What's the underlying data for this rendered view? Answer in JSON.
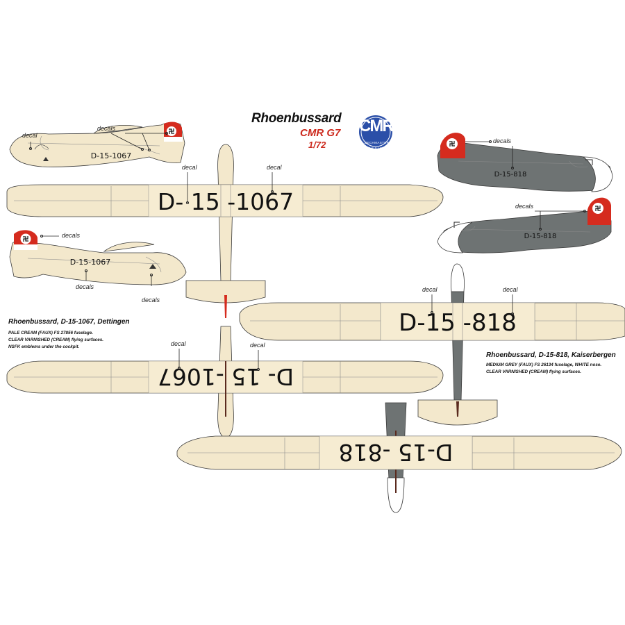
{
  "header": {
    "title": "Rhoenbussard",
    "product_code": "CMR G7",
    "scale": "1/72",
    "logo_text": "CMR",
    "logo_subtext_1": "CZECHMASTER",
    "logo_subtext_2": "RESIN",
    "colors": {
      "title": "#111111",
      "code": "#cc2a1e",
      "logo": "#2b4fa8"
    }
  },
  "labels": {
    "decal": "decal",
    "decals": "decals"
  },
  "registrations": {
    "a_side": "D-15-1067",
    "a_wing_upper": "D- 15 -1067",
    "a_wing_lower": "D- 15 -1067",
    "b_side": "D-15-818",
    "b_wing_upper": "D-15 -818",
    "b_wing_lower": "D-15 -818"
  },
  "scheme_a": {
    "title": "Rhoenbussard, D-15-1067, Dettingen",
    "lines": [
      "PALE CREAM (FAUX) FS 27856 fuselage.",
      "CLEAR VARNISHED (CREAM) flying surfaces.",
      "NSFK emblems under the cockpit."
    ],
    "colors": {
      "airframe": "#f3e8cc",
      "tail_band": "#d52b1e"
    }
  },
  "scheme_b": {
    "title": "Rhoenbussard, D-15-818, Kaiserbergen",
    "lines": [
      "MEDIUM GREY (FAUX) FS 26134 fuselage, WHITE nose.",
      "CLEAR VARNISHED (CREAM) flying surfaces."
    ],
    "colors": {
      "fuselage": "#6e7373",
      "nose": "#ffffff",
      "wings": "#f3e8cc"
    }
  }
}
